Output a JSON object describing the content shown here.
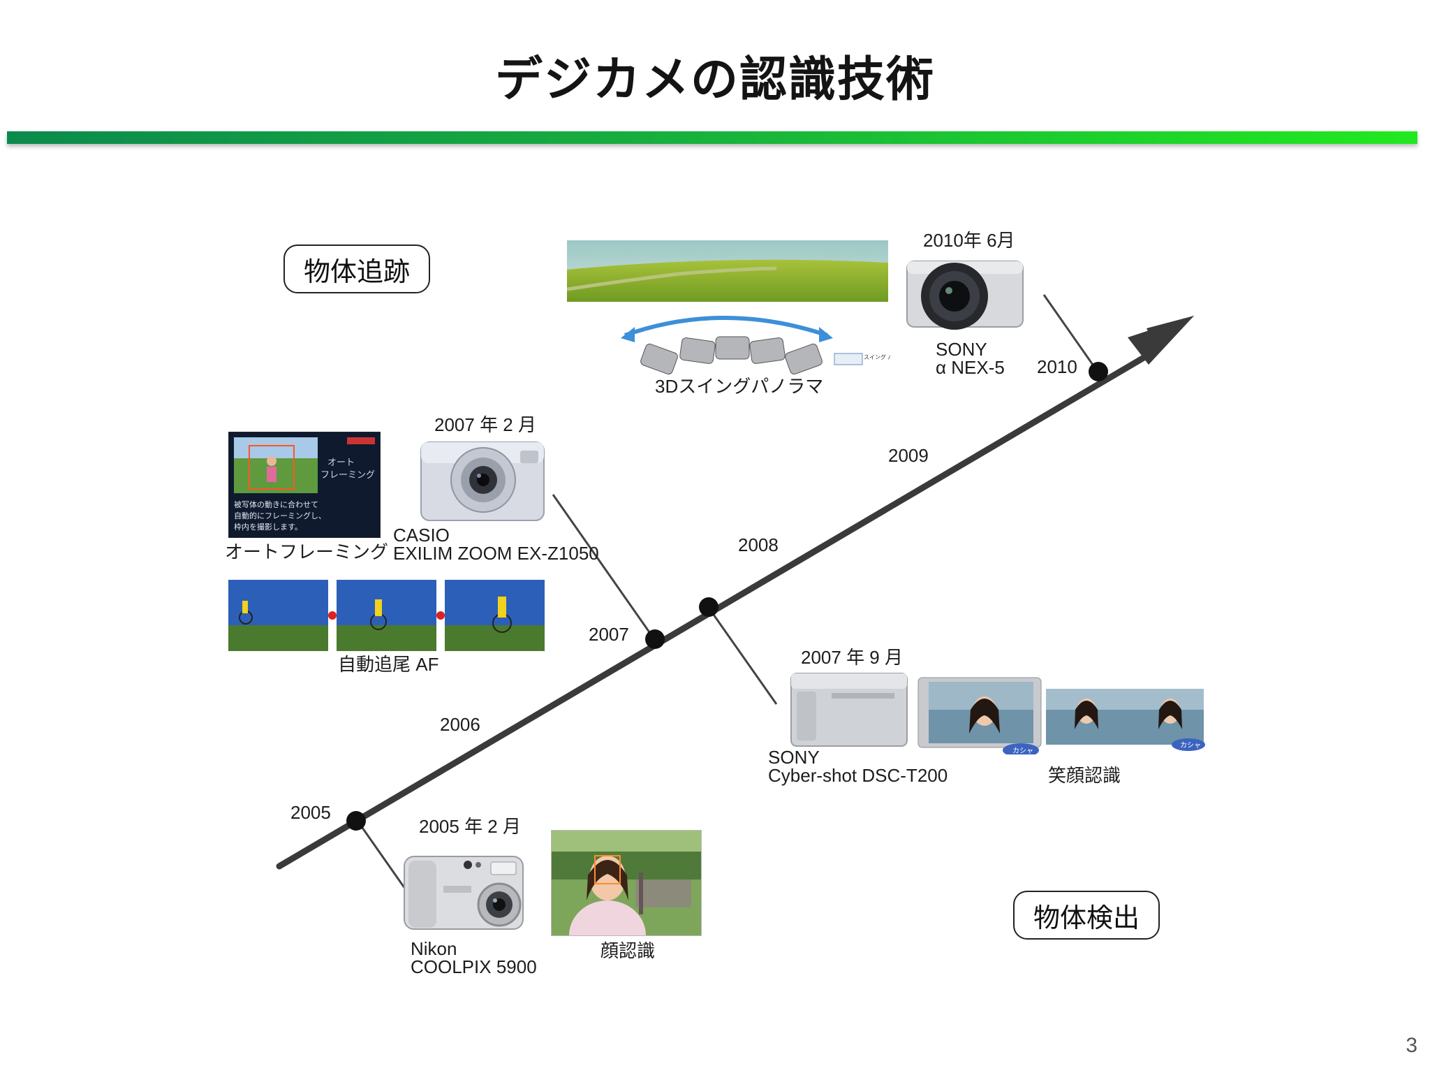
{
  "title": "デジカメの認識技術",
  "page_number": "3",
  "boxes": {
    "tracking": "物体追跡",
    "detection": "物体検出"
  },
  "years": [
    "2005",
    "2006",
    "2007",
    "2008",
    "2009",
    "2010"
  ],
  "events": {
    "nikon": {
      "date": "2005 年 2 月",
      "maker": "Nikon",
      "model": "COOLPIX 5900",
      "feature": "顔認識"
    },
    "casio": {
      "date": "2007 年 2 月",
      "maker": "CASIO",
      "model": "EXILIM ZOOM EX-Z1050",
      "feature1": "オートフレーミング",
      "feature2": "自動追尾 AF"
    },
    "sony_t200": {
      "date": "2007 年 9 月",
      "maker": "SONY",
      "model": "Cyber-shot DSC-T200",
      "feature": "笑顔認識",
      "shutter_label": "カシャ"
    },
    "sony_nex": {
      "date": "2010年 6月",
      "maker": "SONY",
      "model": "α NEX-5",
      "feature": "3Dスイングパノラマ",
      "swing_label": "スイング パノラマ"
    }
  },
  "screen_text": {
    "label": "オート フレーミング",
    "caption": "被写体の動きに合わせて 自動的にフレーミングし、 枠内を撮影します。"
  },
  "colors": {
    "rule_start": "#0c8a4c",
    "rule_end": "#21e91f",
    "timeline": "#3a3a3a"
  }
}
